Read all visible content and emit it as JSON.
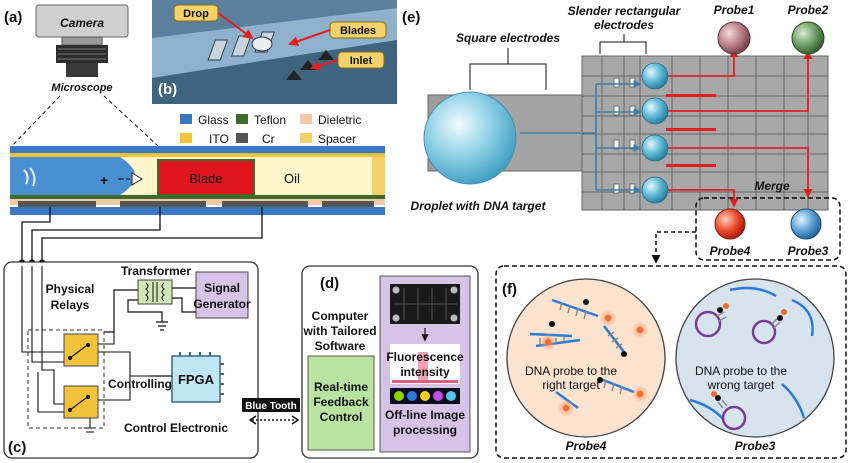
{
  "panel_labels": {
    "a": "(a)",
    "b": "(b)",
    "c": "(c)",
    "d": "(d)",
    "e": "(e)",
    "f": "(f)"
  },
  "panel_a": {
    "camera": "Camera",
    "microscope": "Microscope",
    "legend": {
      "glass": "Glass",
      "teflon": "Teflon",
      "dielectric": "Dieletric",
      "ito": "ITO",
      "cr": "Cr",
      "spacer": "Spacer"
    },
    "blade": "Blade",
    "oil": "Oil",
    "plus": "+"
  },
  "panel_b": {
    "drop": "Drop",
    "blades": "Blades",
    "inlet": "Inlet"
  },
  "panel_c": {
    "physical_relays_1": "Physical",
    "physical_relays_2": "Relays",
    "transformer": "Transformer",
    "signal_generator_1": "Signal",
    "signal_generator_2": "Generator",
    "controlling": "Controlling",
    "fpga": "FPGA",
    "control_electronic": "Control Electronic"
  },
  "link": {
    "bluetooth": "Blue Tooth"
  },
  "panel_d": {
    "computer_1": "Computer",
    "computer_2": "with Tailored",
    "computer_3": "Software",
    "feedback_1": "Real-time",
    "feedback_2": "Feedback",
    "feedback_3": "Control",
    "fluorescence_1": "Fluorescence",
    "fluorescence_2": "intensity",
    "offline_1": "Off-line Image",
    "offline_2": "processing"
  },
  "panel_e": {
    "square_electrodes": "Square electrodes",
    "slender_1": "Slender rectangular",
    "slender_2": "electrodes",
    "probe1": "Probe1",
    "probe2": "Probe2",
    "probe3": "Probe3",
    "probe4": "Probe4",
    "merge": "Merge",
    "droplet": "Droplet with DNA target"
  },
  "panel_f": {
    "left_1": "DNA probe to the",
    "left_2": "right target",
    "right_1": "DNA probe to the",
    "right_2": "wrong target",
    "left_caption": "Probe4",
    "right_caption": "Probe3"
  },
  "colors": {
    "glass": "#3a78c2",
    "teflon": "#3d6b2a",
    "dielectric": "#f5c8a8",
    "ito": "#f2c33a",
    "cr": "#555555",
    "spacer": "#f4d06a",
    "blade": "#e0141c",
    "oil": "#fff6cc",
    "arrow_red": "#e02020",
    "path_blue": "#3c7fa8",
    "fpga": "#bfe6f2",
    "signal_gen": "#d6c4e6",
    "feedback": "#b9e3a0",
    "circle_left": "#fbe3cf",
    "circle_right": "#d7e4ee"
  }
}
